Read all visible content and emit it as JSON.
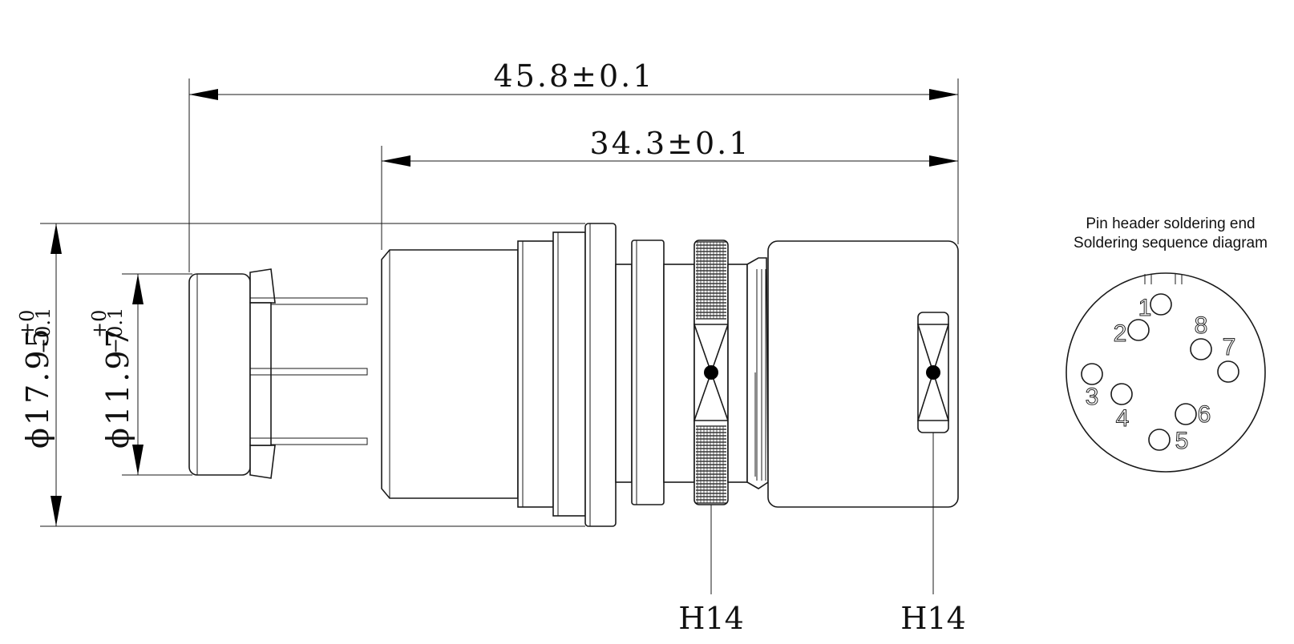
{
  "dimensions": {
    "overall_length": "45.8±0.1",
    "body_length": "34.3±0.1",
    "outer_diameter": {
      "prefix": "ϕ",
      "value": "17.95",
      "tol_upper": "+0",
      "tol_lower": "−0.1"
    },
    "inner_diameter": {
      "prefix": "ϕ",
      "value": "11.97",
      "tol_upper": "+0",
      "tol_lower": "−0.1"
    }
  },
  "callouts": {
    "nut_wrench": "H14",
    "cap_wrench": "H14"
  },
  "pin_diagram": {
    "title_line1": "Pin header soldering end",
    "title_line2": "Soldering sequence diagram",
    "pins": [
      "1",
      "2",
      "3",
      "4",
      "5",
      "6",
      "7",
      "8"
    ]
  }
}
